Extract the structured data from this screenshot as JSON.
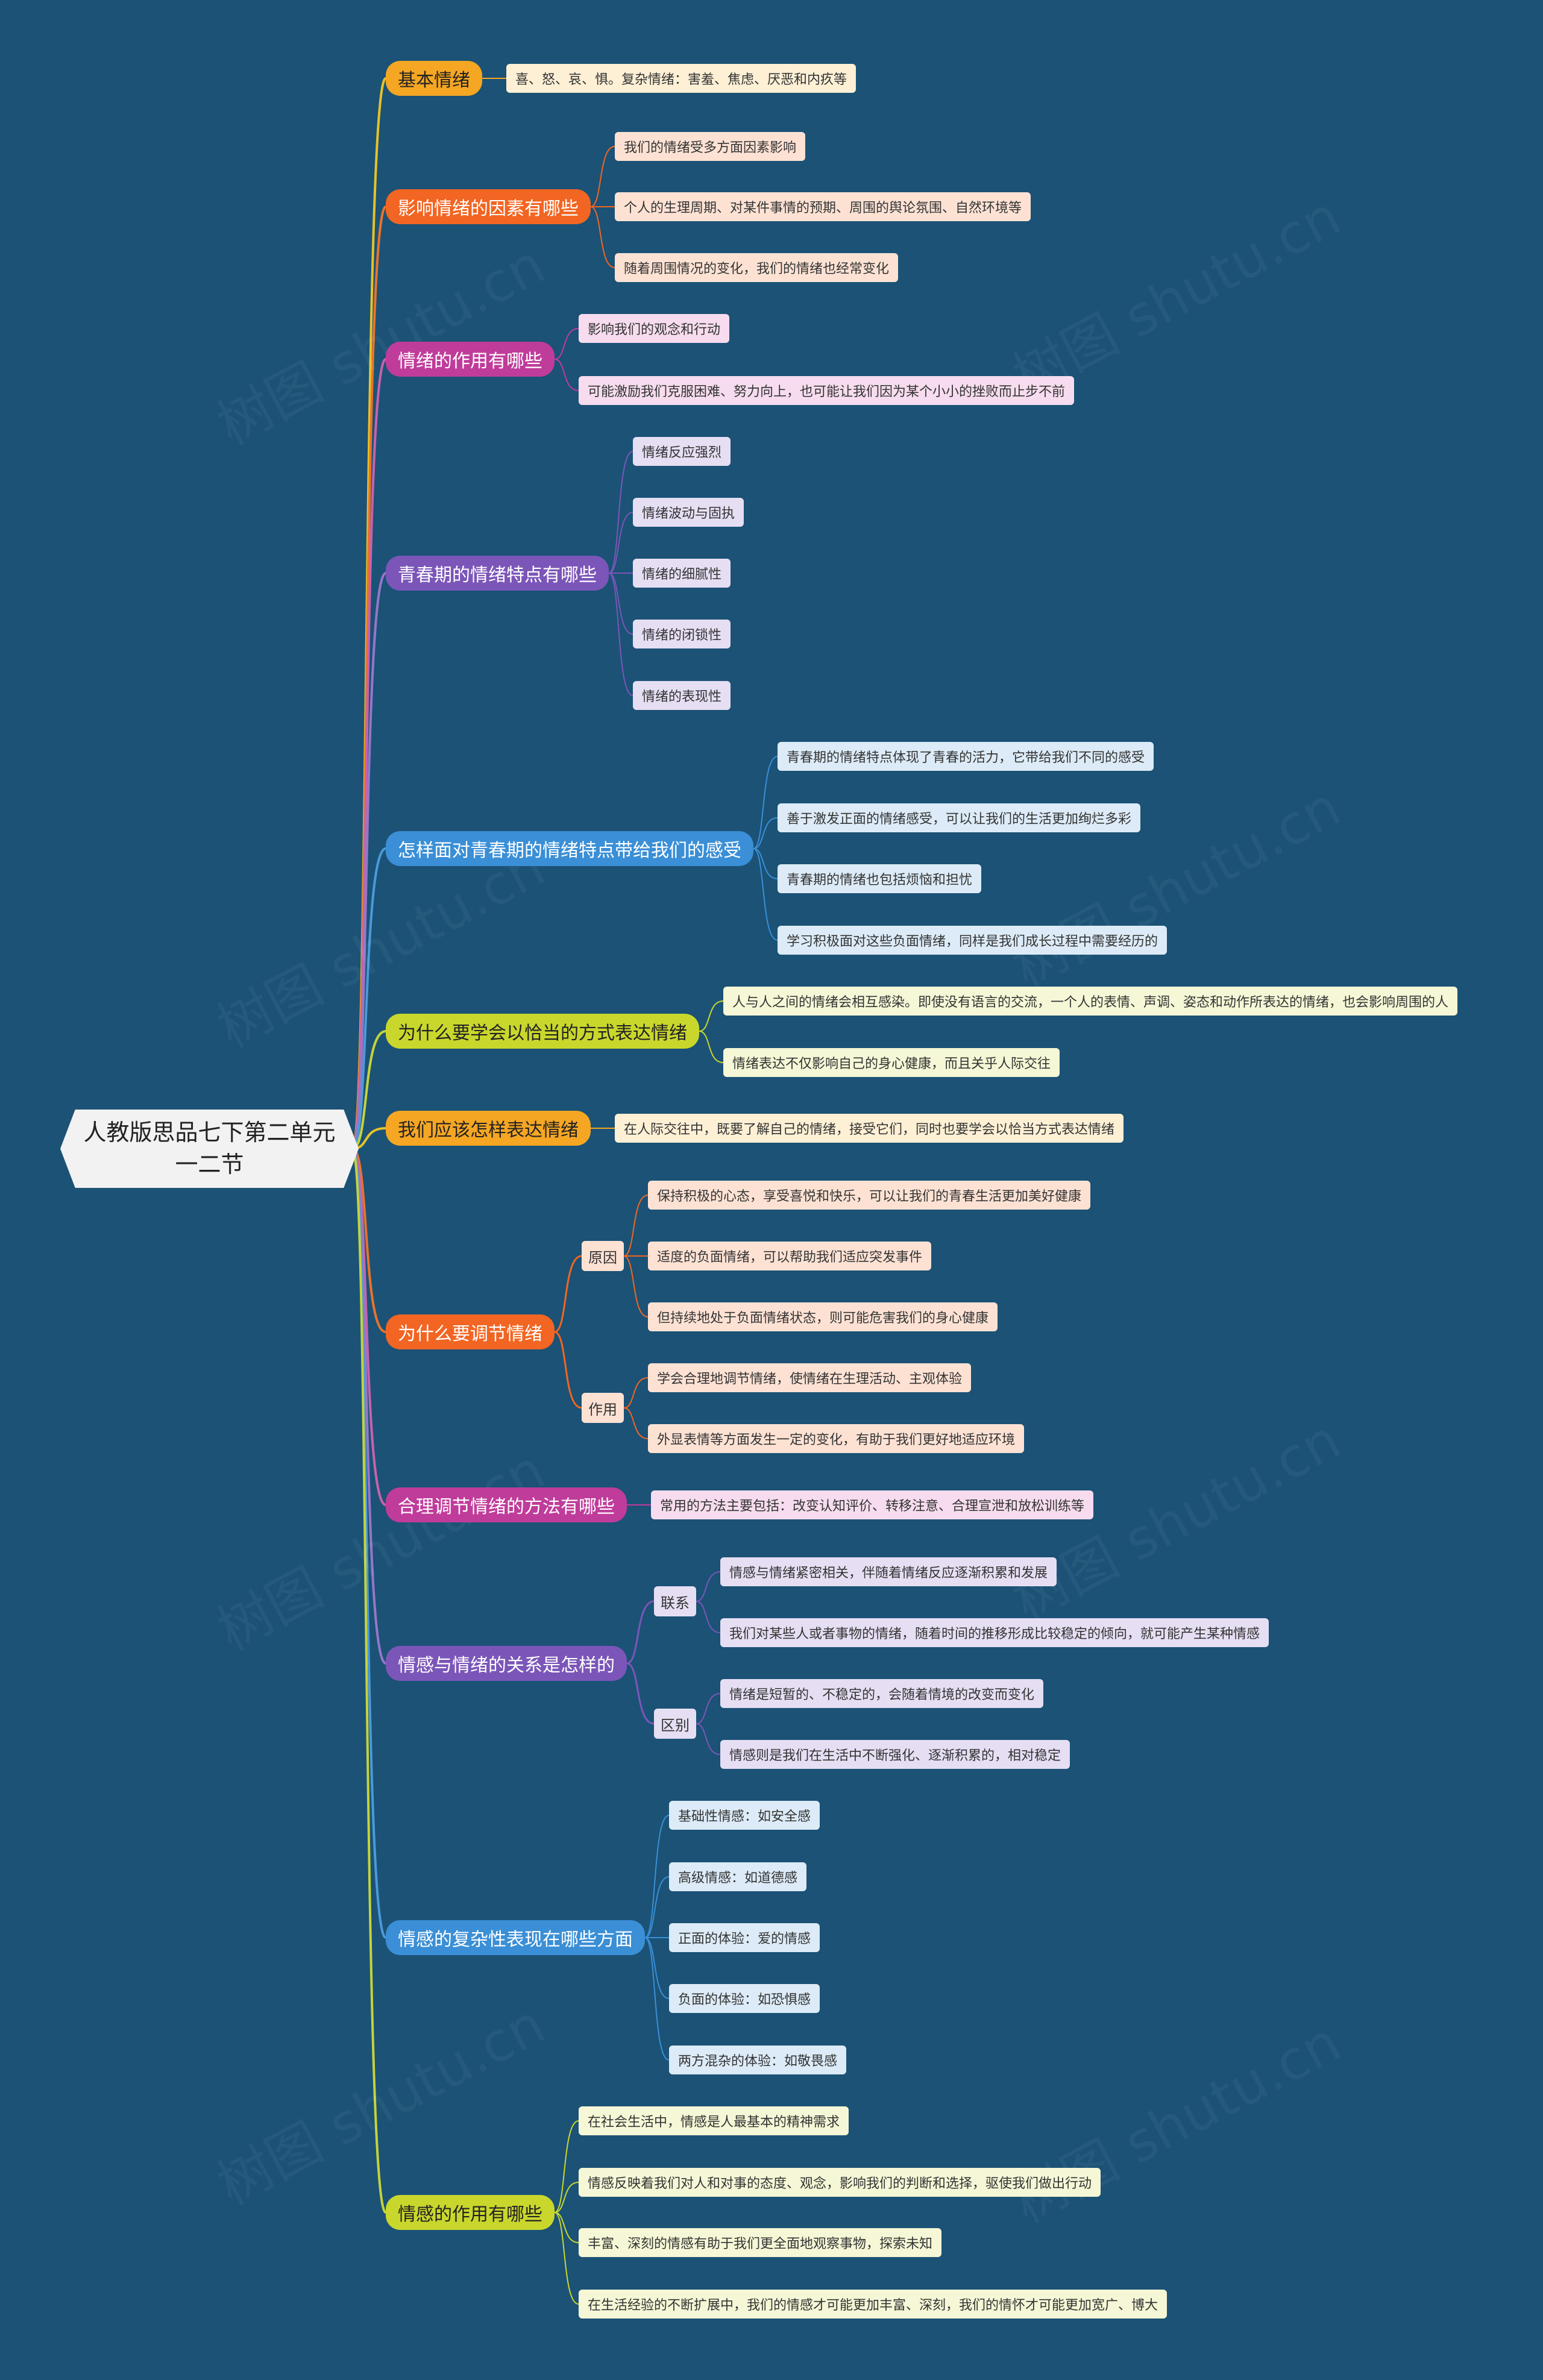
{
  "root": "人教版思品七下第二单元一二节",
  "watermark": "树图 shutu.cn",
  "branches": [
    {
      "label": "基本情绪",
      "color": "#f5a623",
      "text": "#222",
      "line": "#e6c229",
      "leaves": [
        "喜、怒、哀、惧。复杂情绪：害羞、焦虑、厌恶和内疚等"
      ],
      "leafBg": "#fdf0d5"
    },
    {
      "label": "影响情绪的因素有哪些",
      "color": "#f26522",
      "text": "#fff",
      "line": "#e9732b",
      "leaves": [
        "我们的情绪受多方面因素影响",
        "个人的生理周期、对某件事情的预期、周围的舆论氛围、自然环境等",
        "随着周围情况的变化，我们的情绪也经常变化"
      ],
      "leafBg": "#fde2d4"
    },
    {
      "label": "情绪的作用有哪些",
      "color": "#c03c9a",
      "text": "#fff",
      "line": "#c862ad",
      "leaves": [
        "影响我们的观念和行动",
        "可能激励我们克服困难、努力向上，也可能让我们因为某个小小的挫败而止步不前"
      ],
      "leafBg": "#f6dcee"
    },
    {
      "label": "青春期的情绪特点有哪些",
      "color": "#7b56b8",
      "text": "#fff",
      "line": "#9577c9",
      "leaves": [
        "情绪反应强烈",
        "情绪波动与固执",
        "情绪的细腻性",
        "情绪的闭锁性",
        "情绪的表现性"
      ],
      "leafBg": "#e6def3"
    },
    {
      "label": "怎样面对青春期的情绪特点带给我们的感受",
      "color": "#3a8fd6",
      "text": "#fff",
      "line": "#4b9ad9",
      "leaves": [
        "青春期的情绪特点体现了青春的活力，它带给我们不同的感受",
        "善于激发正面的情绪感受，可以让我们的生活更加绚烂多彩",
        "青春期的情绪也包括烦恼和担忧",
        "学习积极面对这些负面情绪，同样是我们成长过程中需要经历的"
      ],
      "leafBg": "#dcebf7"
    },
    {
      "label": "为什么要学会以恰当的方式表达情绪",
      "color": "#c9d72c",
      "text": "#222",
      "line": "#c5d33a",
      "leaves": [
        "人与人之间的情绪会相互感染。即使没有语言的交流，一个人的表情、声调、姿态和动作所表达的情绪，也会影响周围的人",
        "情绪表达不仅影响自己的身心健康，而且关乎人际交往"
      ],
      "leafBg": "#f5f7d6"
    },
    {
      "label": "我们应该怎样表达情绪",
      "color": "#f5a623",
      "text": "#222",
      "line": "#e6c229",
      "leaves": [
        "在人际交往中，既要了解自己的情绪，接受它们，同时也要学会以恰当方式表达情绪"
      ],
      "leafBg": "#fdf0d5"
    },
    {
      "label": "为什么要调节情绪",
      "color": "#f26522",
      "text": "#fff",
      "line": "#e9732b",
      "subs": [
        {
          "label": "原因",
          "leaves": [
            "保持积极的心态，享受喜悦和快乐，可以让我们的青春生活更加美好健康",
            "适度的负面情绪，可以帮助我们适应突发事件",
            "但持续地处于负面情绪状态，则可能危害我们的身心健康"
          ]
        },
        {
          "label": "作用",
          "leaves": [
            "学会合理地调节情绪，使情绪在生理活动、主观体验",
            "外显表情等方面发生一定的变化，有助于我们更好地适应环境"
          ]
        }
      ],
      "leafBg": "#fde2d4"
    },
    {
      "label": "合理调节情绪的方法有哪些",
      "color": "#c03c9a",
      "text": "#fff",
      "line": "#c862ad",
      "leaves": [
        "常用的方法主要包括：改变认知评价、转移注意、合理宣泄和放松训练等"
      ],
      "leafBg": "#f6dcee"
    },
    {
      "label": "情感与情绪的关系是怎样的",
      "color": "#7b56b8",
      "text": "#fff",
      "line": "#9577c9",
      "subs": [
        {
          "label": "联系",
          "leaves": [
            "情感与情绪紧密相关，伴随着情绪反应逐渐积累和发展",
            "我们对某些人或者事物的情绪，随着时间的推移形成比较稳定的倾向，就可能产生某种情感"
          ]
        },
        {
          "label": "区别",
          "leaves": [
            "情绪是短暂的、不稳定的，会随着情境的改变而变化",
            "情感则是我们在生活中不断强化、逐渐积累的，相对稳定"
          ]
        }
      ],
      "leafBg": "#e6def3"
    },
    {
      "label": "情感的复杂性表现在哪些方面",
      "color": "#3a8fd6",
      "text": "#fff",
      "line": "#4b9ad9",
      "leaves": [
        "基础性情感：如安全感",
        "高级情感：如道德感",
        "正面的体验：爱的情感",
        "负面的体验：如恐惧感",
        "两方混杂的体验：如敬畏感"
      ],
      "leafBg": "#dcebf7"
    },
    {
      "label": "情感的作用有哪些",
      "color": "#c9d72c",
      "text": "#222",
      "line": "#c5d33a",
      "leaves": [
        "在社会生活中，情感是人最基本的精神需求",
        "情感反映着我们对人和对事的态度、观念，影响我们的判断和选择，驱使我们做出行动",
        "丰富、深刻的情感有助于我们更全面地观察事物，探索未知",
        "在生活经验的不断扩展中，我们的情感才可能更加丰富、深刻，我们的情怀才可能更加宽广、博大"
      ],
      "leafBg": "#f5f7d6"
    }
  ]
}
